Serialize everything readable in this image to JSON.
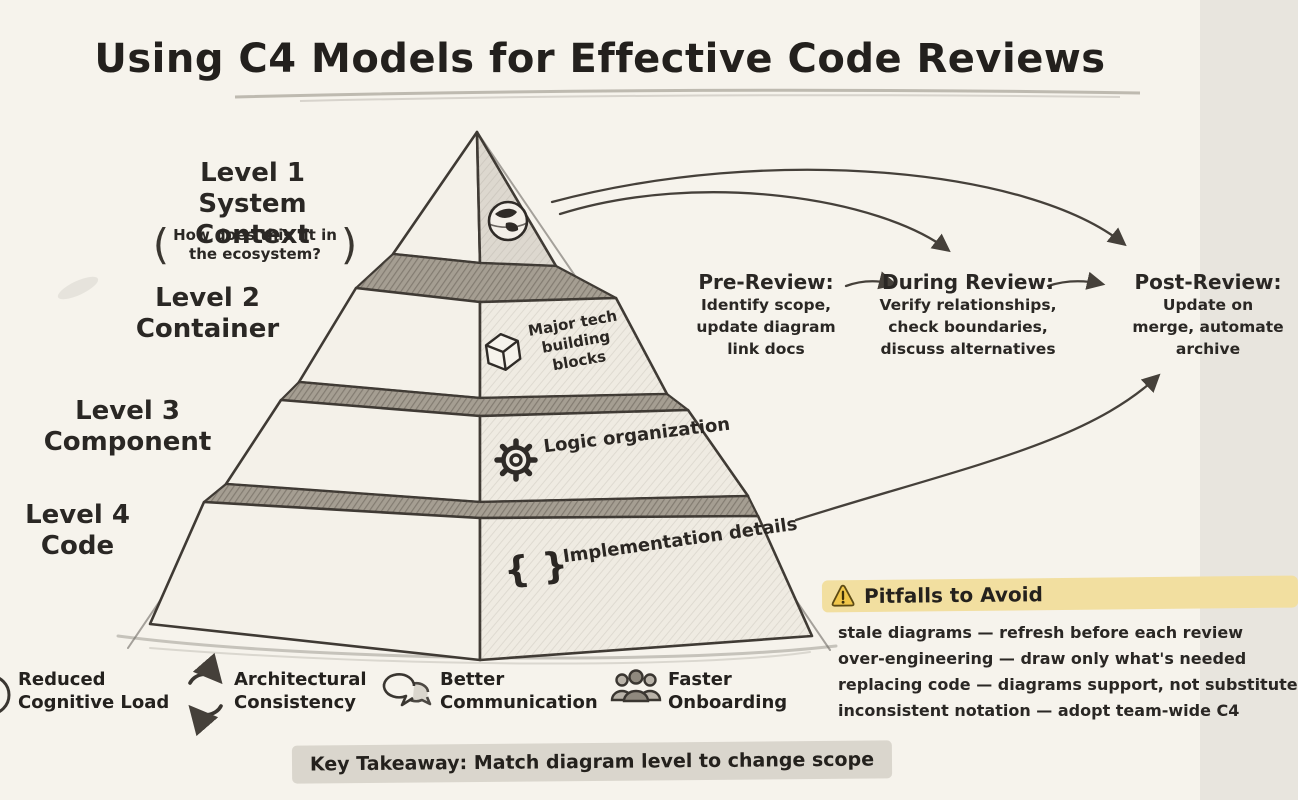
{
  "title": "Using C4 Models for Effective Code Reviews",
  "pyramid": {
    "levels": [
      {
        "name": "Level 1",
        "caption": "System Context",
        "icon": "globe-icon",
        "paren_open": "(",
        "paren_close": ")",
        "note_lines": [
          "How does this fit in",
          "the ecosystem?"
        ],
        "face_lines": []
      },
      {
        "name": "Level 2",
        "caption": "Container",
        "icon": "cube-icon",
        "face_lines": [
          "Major tech",
          "building blocks"
        ]
      },
      {
        "name": "Level 3",
        "caption": "Component",
        "icon": "gear-icon",
        "face_lines": [
          "Logic organization"
        ]
      },
      {
        "name": "Level 4",
        "caption": "Code",
        "icon": "braces-icon",
        "face_glyph": "{ }",
        "face_lines": [
          "Implementation details"
        ]
      }
    ]
  },
  "flow": {
    "steps": [
      {
        "title": "Pre-Review:",
        "lines": [
          "Identify scope,",
          "update diagram",
          "link docs"
        ]
      },
      {
        "title": "During Review:",
        "lines": [
          "Verify relationships,",
          "check boundaries,",
          "discuss alternatives"
        ]
      },
      {
        "title": "Post-Review:",
        "lines": [
          "Update on",
          "merge, automate",
          "archive"
        ]
      }
    ]
  },
  "pitfalls": {
    "icon": "warning-icon",
    "heading": "Pitfalls to Avoid",
    "items": [
      "stale diagrams — refresh before each review",
      "over-engineering — draw only what's needed",
      "replacing code — diagrams support, not substitute",
      "inconsistent notation — adopt team-wide C4"
    ]
  },
  "benefits": [
    {
      "icon": "brain-icon",
      "lines": [
        "Reduced",
        "Cognitive Load"
      ]
    },
    {
      "icon": "cycle-icon",
      "lines": [
        "Architectural",
        "Consistency"
      ]
    },
    {
      "icon": "chat-icon",
      "lines": [
        "Better",
        "Communication"
      ]
    },
    {
      "icon": "people-icon",
      "lines": [
        "Faster",
        "Onboarding"
      ]
    }
  ],
  "takeaway": "Key Takeaway: Match diagram level to change scope",
  "colors": {
    "background": "#f6f3ec",
    "ink": "#262321",
    "pencil": "#45403a",
    "highlight_yellow": "#f2dfa0",
    "highlight_gray": "#dad6cd",
    "warning_fill": "#f0c64a"
  }
}
